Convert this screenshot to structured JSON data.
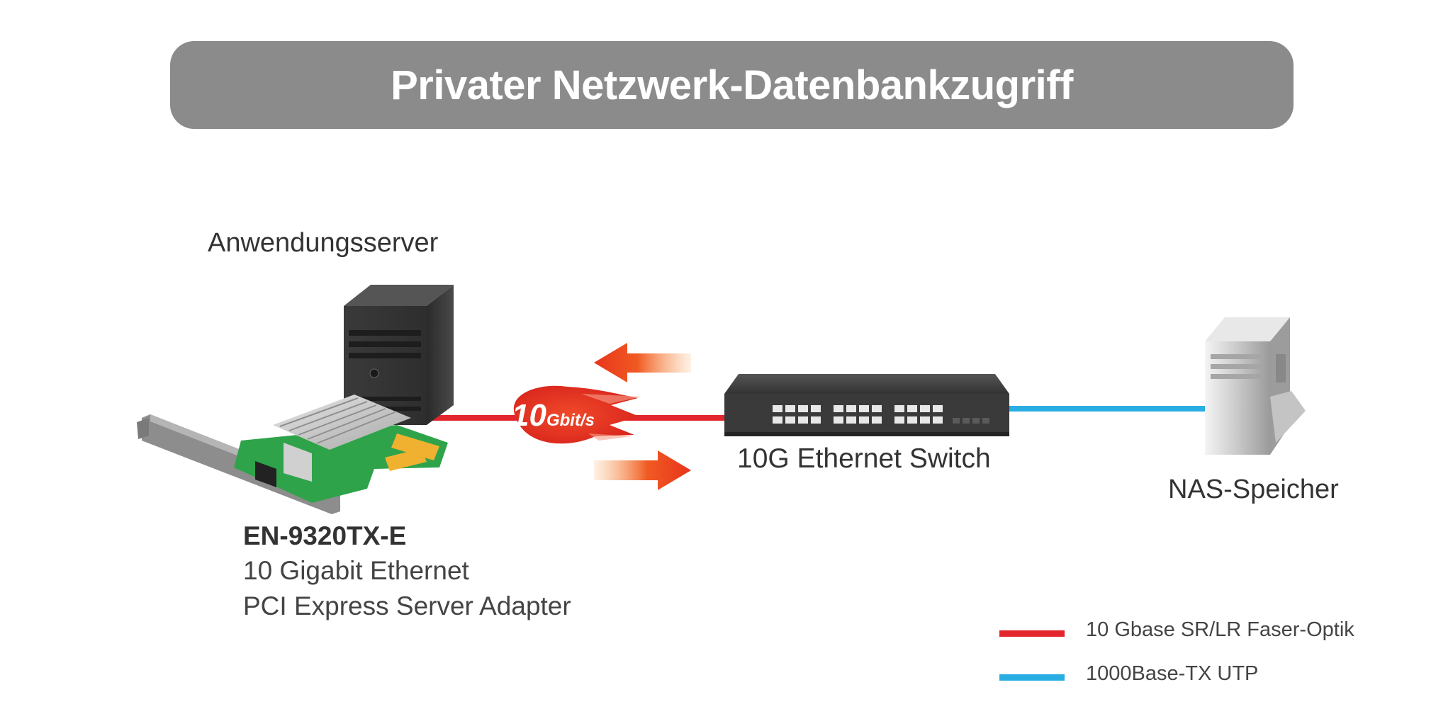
{
  "header": {
    "title": "Privater Netzwerk-Datenbankzugriff"
  },
  "server": {
    "label": "Anwendungsserver"
  },
  "adapter": {
    "model": "EN-9320TX-E",
    "line1": "10 Gigabit Ethernet",
    "line2": "PCI Express Server Adapter"
  },
  "speed_badge": {
    "number": "10",
    "unit": "Gbit/s"
  },
  "switch": {
    "label": "10G Ethernet Switch"
  },
  "nas": {
    "label": "NAS-Speicher"
  },
  "legend": [
    {
      "label": "10 Gbase SR/LR Faser-Optik",
      "color": "#e3262e"
    },
    {
      "label": "1000Base-TX UTP",
      "color": "#29aee3"
    }
  ],
  "colors": {
    "banner": "#8b8b8b",
    "fiber": "#e3262e",
    "utp": "#29aee3",
    "arrow": "#e8341c"
  }
}
